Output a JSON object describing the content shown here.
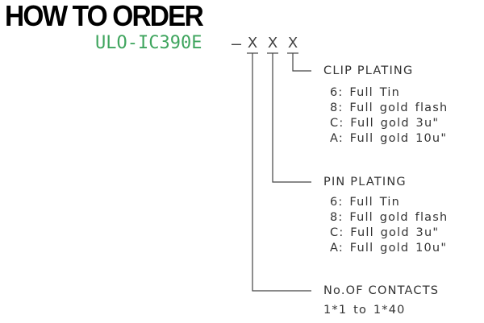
{
  "title": "HOW TO ORDER",
  "part": {
    "base": "ULO-IC390E",
    "separator": "–",
    "slots": [
      "X",
      "X",
      "X"
    ]
  },
  "clip": {
    "heading": "CLIP PLATING",
    "options": [
      "6: Full Tin",
      "8: Full gold flash",
      "C: Full gold 3u\"",
      "A: Full gold 10u\""
    ]
  },
  "pin": {
    "heading": "PIN PLATING",
    "options": [
      "6: Full Tin",
      "8: Full gold flash",
      "C: Full gold 3u\"",
      "A: Full gold 10u\""
    ]
  },
  "contacts": {
    "heading": "No.OF CONTACTS",
    "range": "1*1 to 1*40"
  },
  "colors": {
    "part_number": "#3fa55e",
    "lines": "#444444",
    "text": "#333333"
  }
}
